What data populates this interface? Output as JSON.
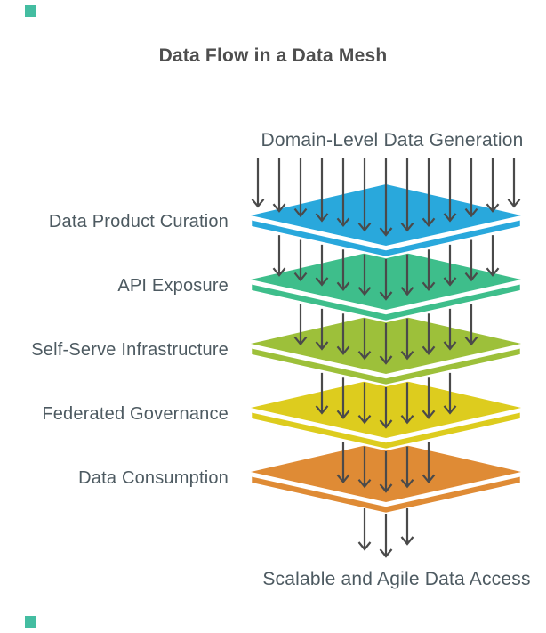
{
  "page": {
    "title": "Data Flow in a Data Mesh",
    "background": "#FFFFFF"
  },
  "diagram": {
    "source_label": "Domain-Level Data Generation",
    "result_label": "Scalable and Agile Data Access",
    "layers": [
      {
        "label": "Data Product Curation",
        "color": "#29A8DC"
      },
      {
        "label": "API Exposure",
        "color": "#3EBE8B"
      },
      {
        "label": "Self-Serve Infrastructure",
        "color": "#9DC03A"
      },
      {
        "label": "Federated Governance",
        "color": "#DDCC1E"
      },
      {
        "label": "Data Consumption",
        "color": "#DF8B35"
      }
    ],
    "colors": {
      "arrow": "#4A4A4A",
      "label_text": "#4D5A61",
      "title_text": "#4E4E4E",
      "corner_marker": "#44BDA1"
    }
  }
}
